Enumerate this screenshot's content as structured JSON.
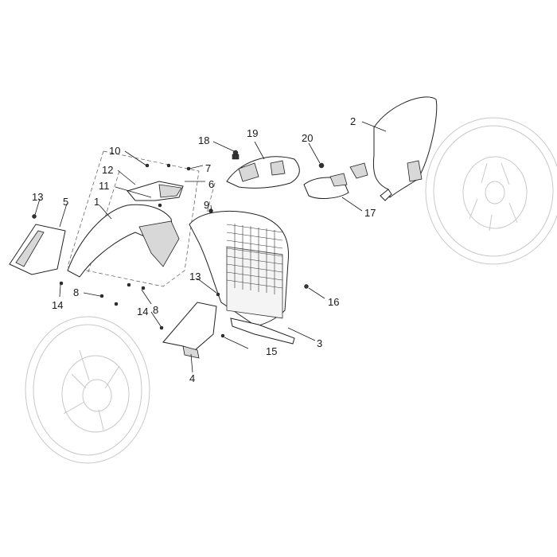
{
  "diagram": {
    "callouts": [
      {
        "id": "c1",
        "label": "1"
      },
      {
        "id": "c2",
        "label": "2"
      },
      {
        "id": "c3",
        "label": "3"
      },
      {
        "id": "c4",
        "label": "4"
      },
      {
        "id": "c5",
        "label": "5"
      },
      {
        "id": "c6",
        "label": "6"
      },
      {
        "id": "c7",
        "label": "7"
      },
      {
        "id": "c8a",
        "label": "8"
      },
      {
        "id": "c8b",
        "label": "8"
      },
      {
        "id": "c9",
        "label": "9"
      },
      {
        "id": "c10",
        "label": "10"
      },
      {
        "id": "c11",
        "label": "11"
      },
      {
        "id": "c12",
        "label": "12"
      },
      {
        "id": "c13a",
        "label": "13"
      },
      {
        "id": "c13b",
        "label": "13"
      },
      {
        "id": "c14a",
        "label": "14"
      },
      {
        "id": "c14b",
        "label": "14"
      },
      {
        "id": "c15",
        "label": "15"
      },
      {
        "id": "c16",
        "label": "16"
      },
      {
        "id": "c17",
        "label": "17"
      },
      {
        "id": "c18",
        "label": "18"
      },
      {
        "id": "c19",
        "label": "19"
      },
      {
        "id": "c20",
        "label": "20"
      }
    ]
  }
}
